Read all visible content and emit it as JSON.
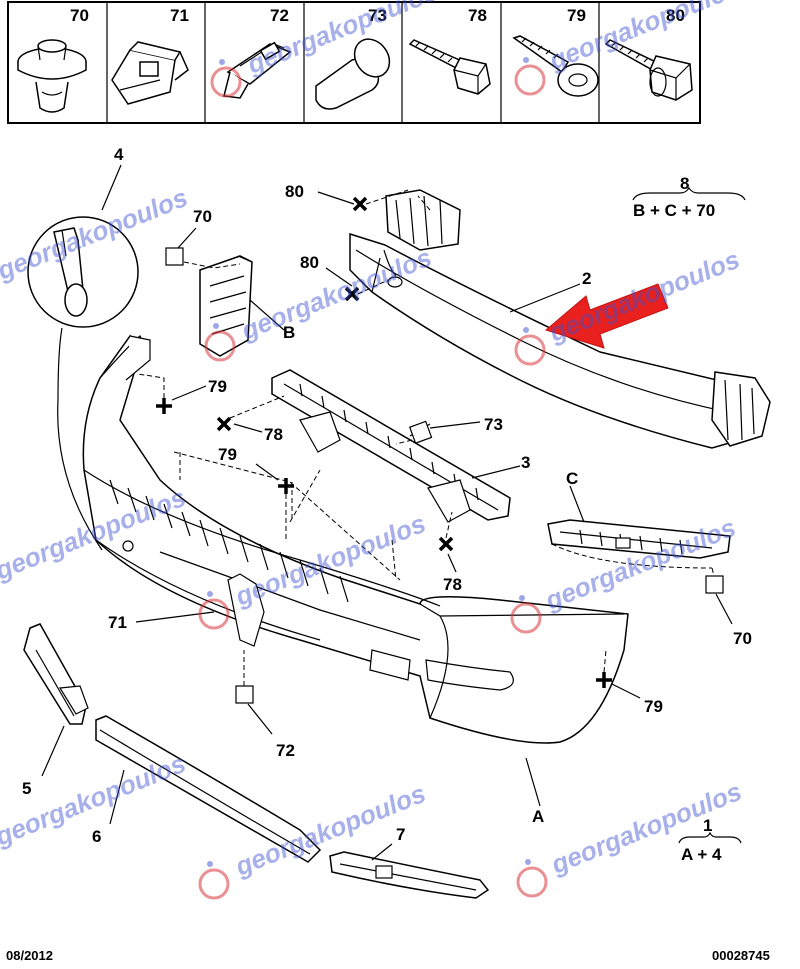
{
  "diagram": {
    "fastener_header": [
      "70",
      "71",
      "72",
      "73",
      "78",
      "79",
      "80"
    ],
    "callouts": {
      "c4": "4",
      "c70a": "70",
      "c80a": "80",
      "c80b": "80",
      "c2": "2",
      "cB": "B",
      "c79a": "79",
      "c78a": "78",
      "c73": "73",
      "c79b": "79",
      "c3": "3",
      "cC": "C",
      "c71": "71",
      "c78b": "78",
      "c70b": "70",
      "c79c": "79",
      "c72": "72",
      "c5": "5",
      "c6": "6",
      "c7": "7",
      "cA": "A"
    },
    "formula_8": {
      "number": "8",
      "terms": "B + C + 70"
    },
    "formula_1": {
      "number": "1",
      "terms": "A + 4"
    },
    "footer": {
      "date": "08/2012",
      "ref": "00028745"
    },
    "watermark": "georgakopoulos",
    "colors": {
      "arrow": "#e8201e",
      "watermark_text": "#3b4fd1",
      "watermark_logo": "#d9343a"
    }
  }
}
